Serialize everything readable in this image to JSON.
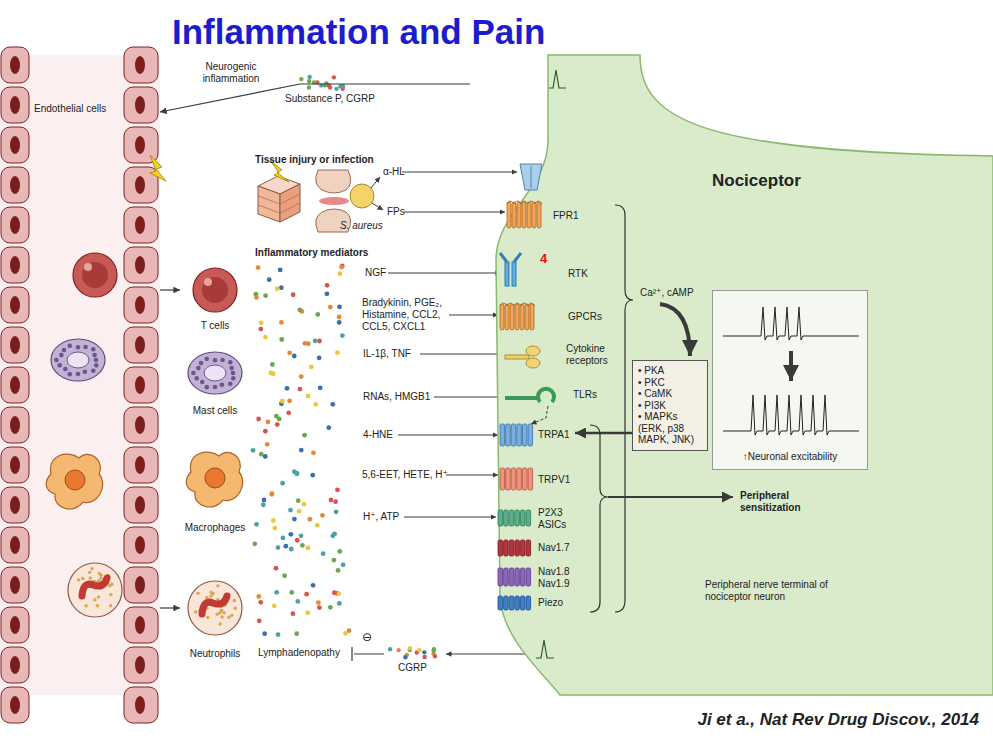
{
  "diagram": {
    "title": "Inflammation and Pain",
    "caption": "Ji et a., Nat Rev Drug Discov., 2014",
    "nodes": [
      {
        "text": [
          "Endothelial cells"
        ]
      },
      {
        "text": [
          "T cells"
        ]
      },
      {
        "text": [
          "Mast cells"
        ]
      },
      {
        "text": [
          "Macrophages"
        ]
      },
      {
        "text": [
          "Neutrophils"
        ]
      },
      {
        "text": [
          "Nociceptor",
          "Peripheral nerve terminal of nociceptor neuron"
        ]
      },
      {
        "text": [
          "• PKA",
          "• PKC",
          "• CaMK",
          "• PI3K",
          "• MAPKs (ERK, p38 MAPK, JNK)"
        ],
        "in": 5
      },
      {
        "text": [
          "↑Neuronal excitability"
        ],
        "in": 5
      }
    ],
    "edges": [
      {
        "from": 5,
        "to": 0,
        "arrow": "to",
        "label": "Neurogenic inflammation"
      },
      {
        "from": 0,
        "to": 1,
        "arrow": "to"
      },
      {
        "from": 0,
        "to": 4,
        "arrow": "to"
      }
    ],
    "labels": [
      "Tissue injury or infection",
      "α-HL",
      "S. aureus",
      "FPs",
      "FPR1",
      "Inflammatory mediators",
      "NGF",
      "4",
      "RTK",
      "Bradykinin, PGE₂, Histamine, CCL2, CCL5, CXCL1",
      "GPCRs",
      "IL-1β, TNF",
      "Cytokine receptors",
      "RNAs, HMGB1",
      "TLRs",
      "4-HNE",
      "TRPA1",
      "5,6-EET, HETE, H⁺",
      "TRPV1",
      "H⁺, ATP",
      "P2X3 ASICs",
      "Nav1.7",
      "Nav1.8 Nav1.9",
      "Piezo",
      "Ca²⁺, cAMP",
      "Peripheral sensitization",
      "Substance P, CGRP",
      "Lymphadenopathy",
      "CGRP",
      "⊖"
    ]
  }
}
